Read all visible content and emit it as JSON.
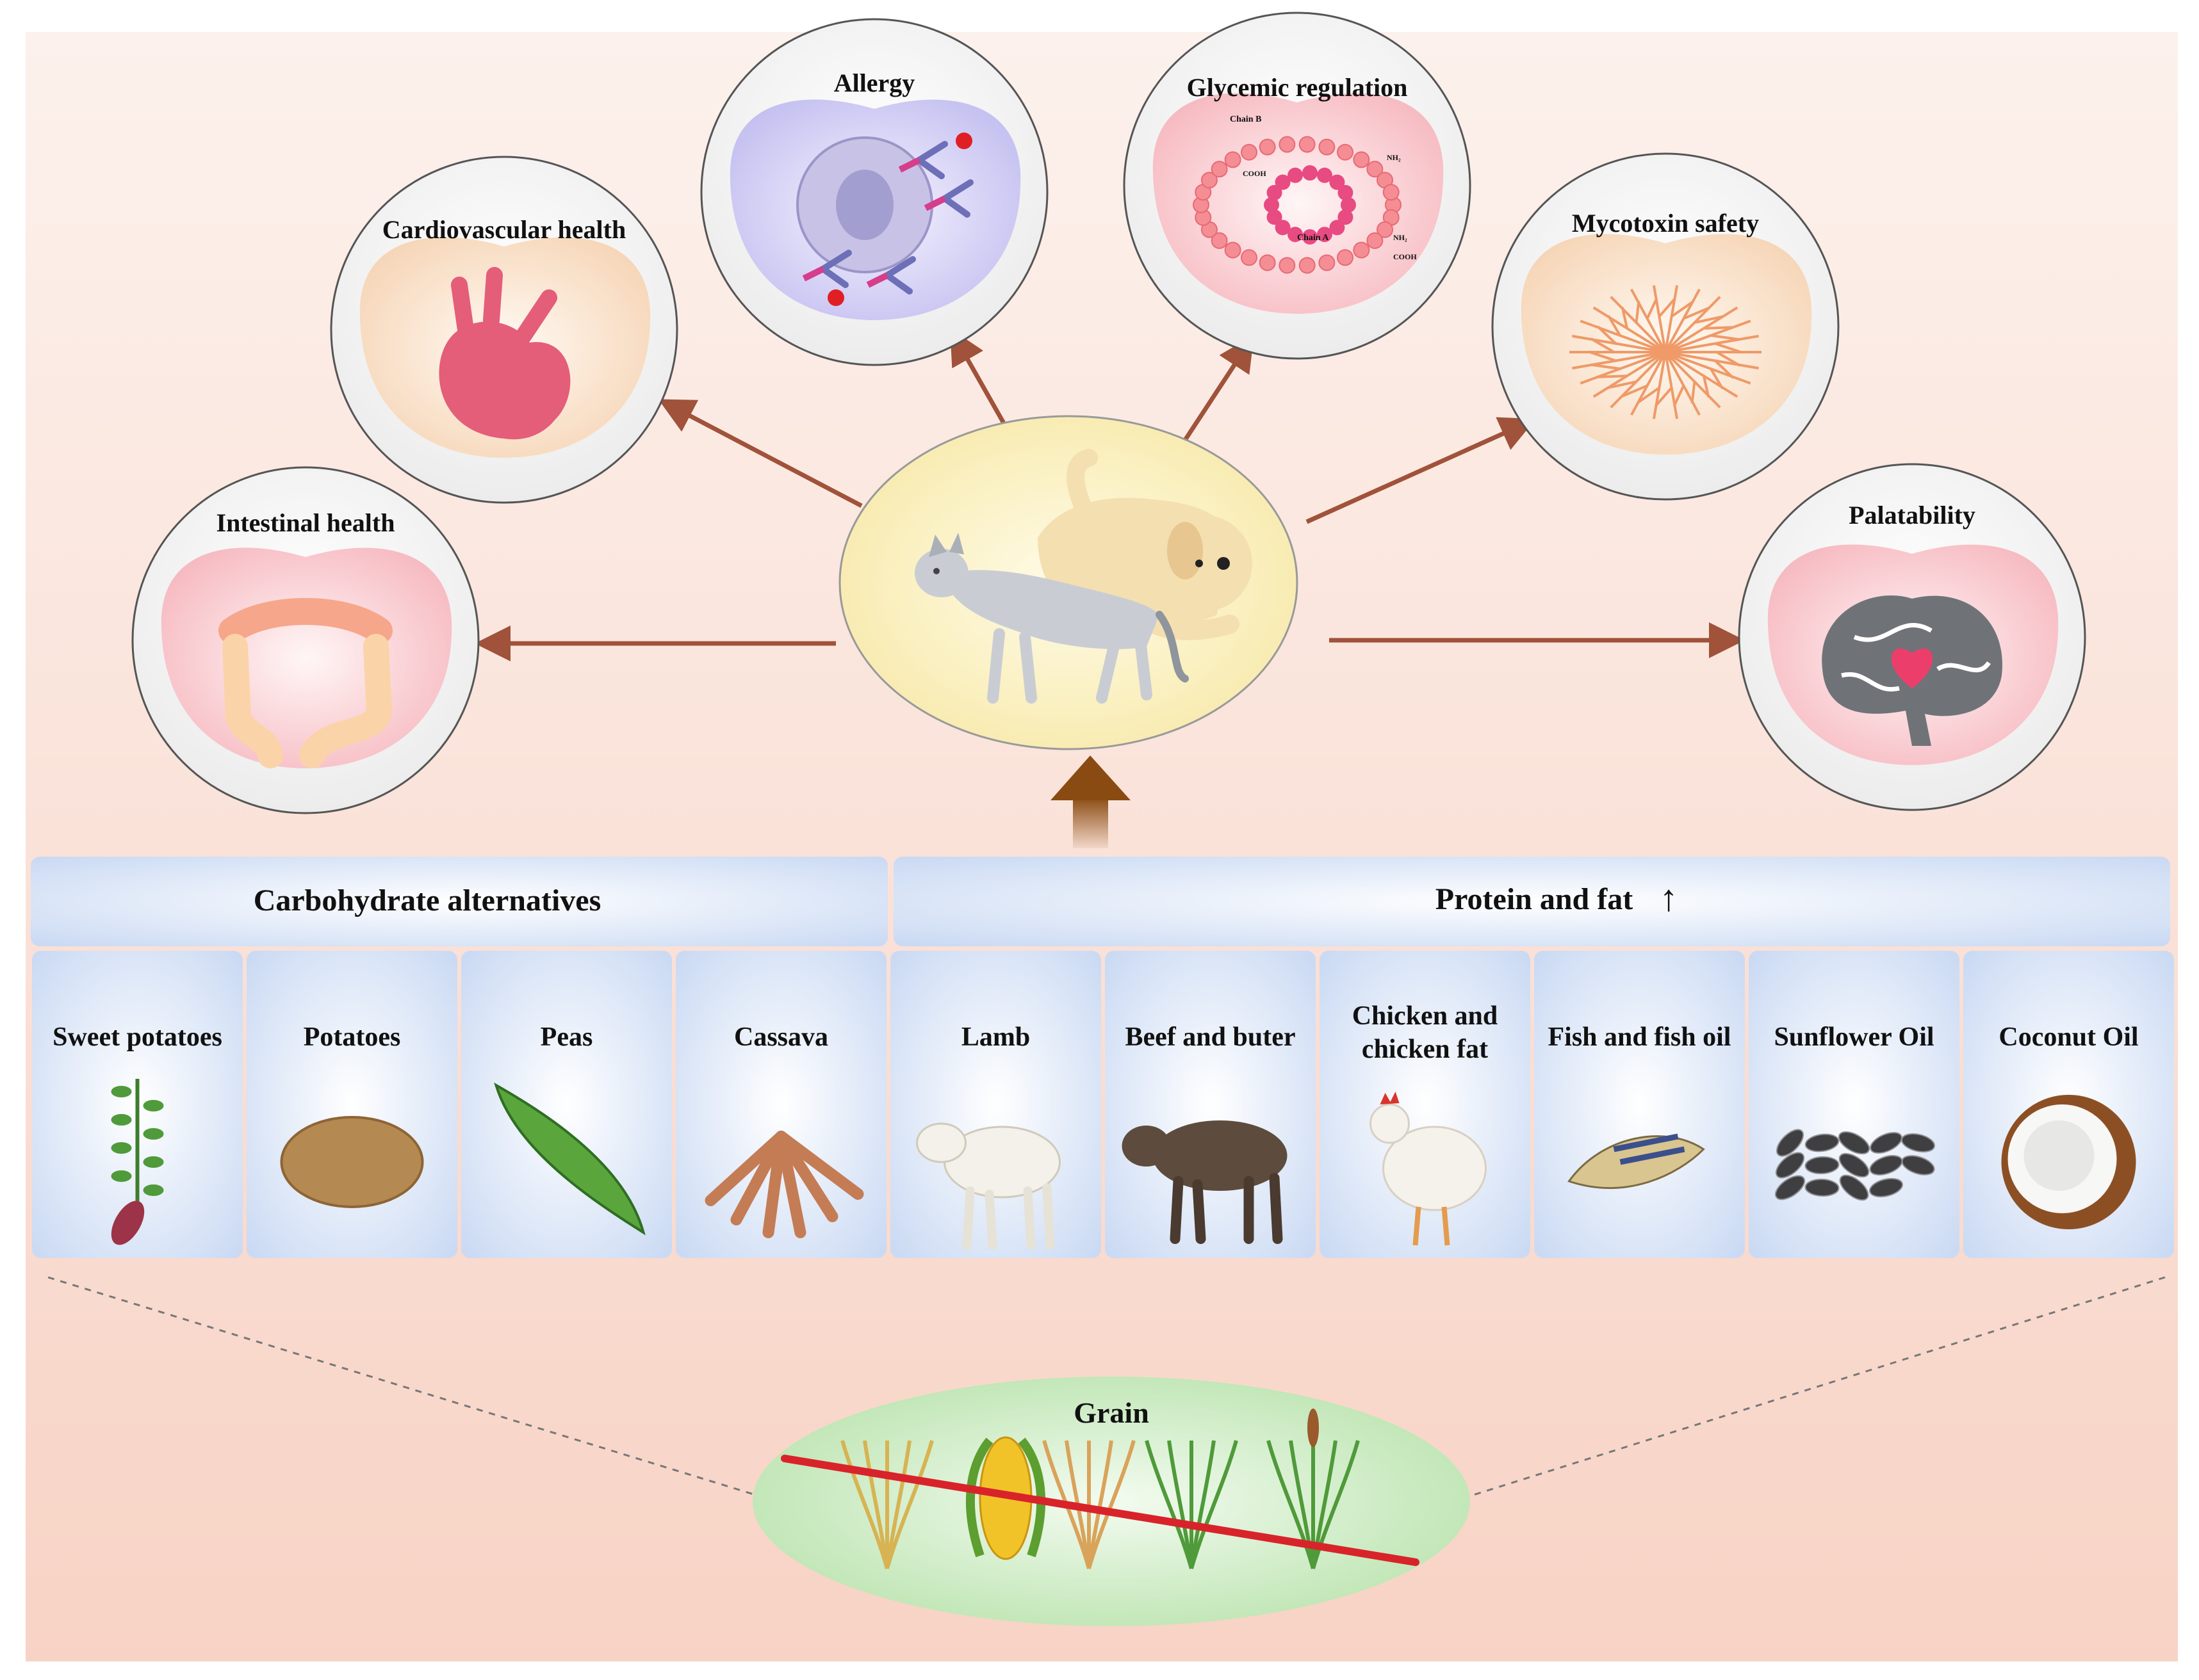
{
  "health_outcomes": [
    {
      "id": "intestinal",
      "label": "Intestinal health",
      "icon": "intestine-icon"
    },
    {
      "id": "cardio",
      "label": "Cardiovascular health",
      "icon": "heart-organ-icon"
    },
    {
      "id": "allergy",
      "label": "Allergy",
      "icon": "antibody-cell-icon"
    },
    {
      "id": "glycemic",
      "label": "Glycemic regulation",
      "icon": "insulin-chain-icon"
    },
    {
      "id": "mycotoxin",
      "label": "Mycotoxin safety",
      "icon": "mold-hyphae-icon"
    },
    {
      "id": "palatability",
      "label": "Palatability",
      "icon": "brain-heart-icon"
    }
  ],
  "insulin_labels": {
    "chain_b": "Chain B",
    "chain_a": "Chain A",
    "cooh": "COOH",
    "nh2": "NH₂"
  },
  "center": {
    "icon": "cat-and-dog-icon"
  },
  "categories": {
    "carbohydrate": "Carbohydrate alternatives",
    "protein_fat": "Protein and fat",
    "protein_fat_arrow": "↑"
  },
  "carbohydrate_items": [
    {
      "label": "Sweet potatoes",
      "icon": "sweet-potato-plant-icon"
    },
    {
      "label": "Potatoes",
      "icon": "potato-icon"
    },
    {
      "label": "Peas",
      "icon": "pea-pod-icon"
    },
    {
      "label": "Cassava",
      "icon": "cassava-root-icon"
    }
  ],
  "protein_items": [
    {
      "label": "Lamb",
      "icon": "lamb-icon"
    },
    {
      "label": "Beef and buter",
      "icon": "bull-icon"
    },
    {
      "label": "Chicken and chicken fat",
      "lines": [
        "Chicken and",
        "chicken fat"
      ],
      "icon": "chicken-icon"
    },
    {
      "label": "Fish and fish oil",
      "icon": "fish-icon"
    },
    {
      "label": "Sunflower Oil",
      "icon": "sunflower-seeds-icon"
    },
    {
      "label": "Coconut Oil",
      "icon": "coconut-icon"
    }
  ],
  "grain": {
    "label": "Grain",
    "icons": [
      "rice-icon",
      "corn-icon",
      "wheat-icon",
      "grass-grain-icon",
      "millet-icon"
    ]
  },
  "colors": {
    "arrow": "#a0523a",
    "bg_top": "#fbeee8",
    "bg_bottom": "#f9d6c9",
    "panel": "#d7e4f7",
    "grain_ellipse": "#cdebc4",
    "strike_line": "#d9232a",
    "center_ellipse": "#fbf1c4"
  }
}
